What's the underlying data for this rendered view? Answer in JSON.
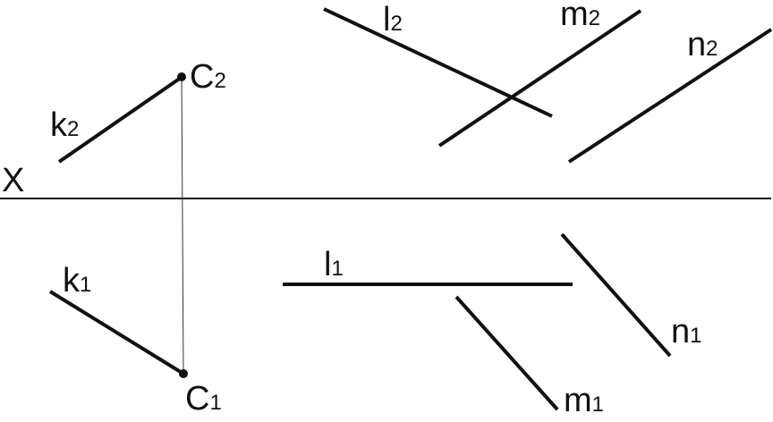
{
  "axis": {
    "name": "X"
  },
  "point_c": {
    "name": "C",
    "upper_index": "2",
    "lower_index": "1"
  },
  "lines": {
    "k": {
      "name": "k",
      "upper_index": "2",
      "lower_index": "1"
    },
    "l": {
      "name": "l",
      "upper_index": "2",
      "lower_index": "1"
    },
    "m": {
      "name": "m",
      "upper_index": "2",
      "lower_index": "1"
    },
    "n": {
      "name": "n",
      "upper_index": "2",
      "lower_index": "1"
    }
  },
  "colors": {
    "ink": "#111111",
    "background": "#ffffff"
  }
}
